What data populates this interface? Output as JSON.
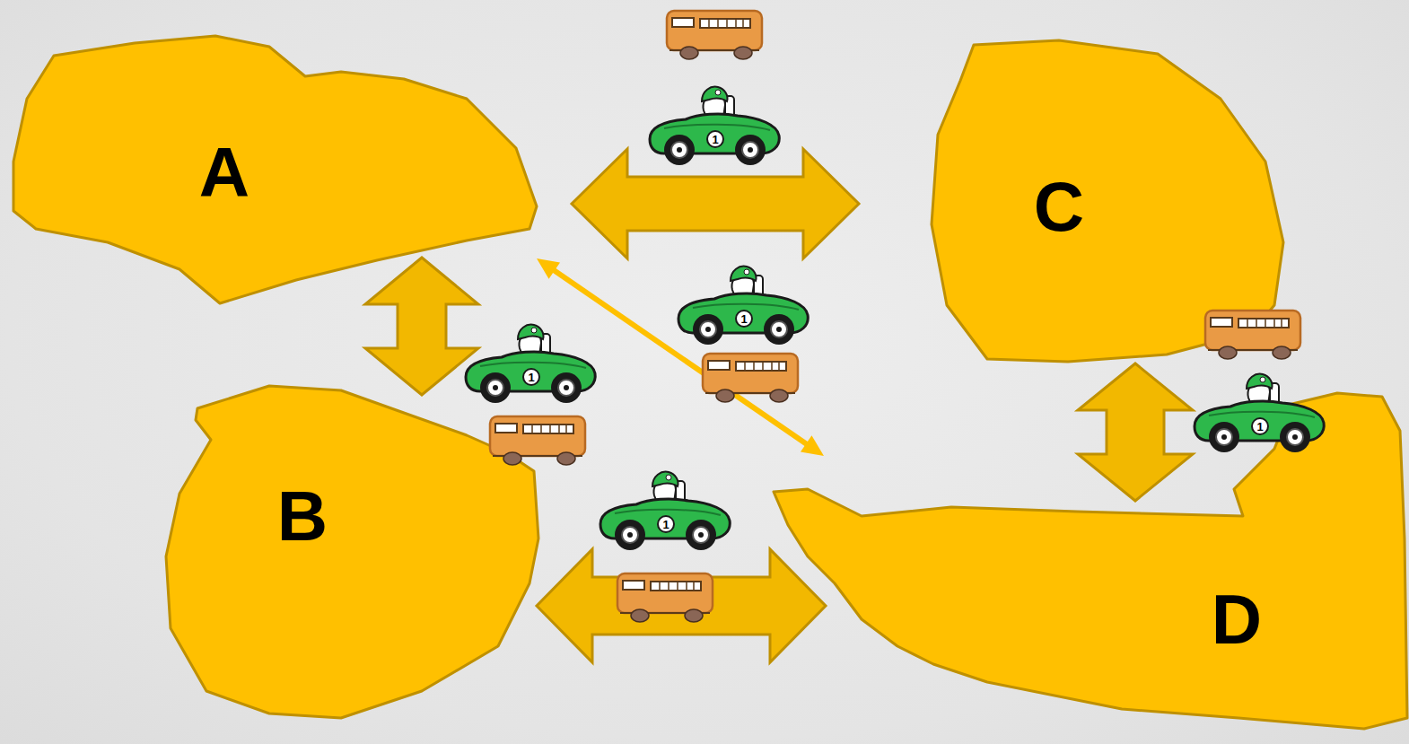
{
  "diagram": {
    "nodes": [
      {
        "text": [
          "A"
        ]
      },
      {
        "text": [
          "B"
        ]
      },
      {
        "text": [
          "C"
        ]
      },
      {
        "text": [
          "D"
        ]
      }
    ],
    "edges": [
      {
        "from": 0,
        "to": 2,
        "arrow": "both"
      },
      {
        "from": 0,
        "to": 1,
        "arrow": "both"
      },
      {
        "from": 0,
        "to": 3,
        "arrow": "both"
      },
      {
        "from": 1,
        "to": 3,
        "arrow": "both"
      },
      {
        "from": 2,
        "to": 3,
        "arrow": "both"
      }
    ],
    "labels": [
      "1",
      "1",
      "1",
      "1",
      "1"
    ]
  }
}
